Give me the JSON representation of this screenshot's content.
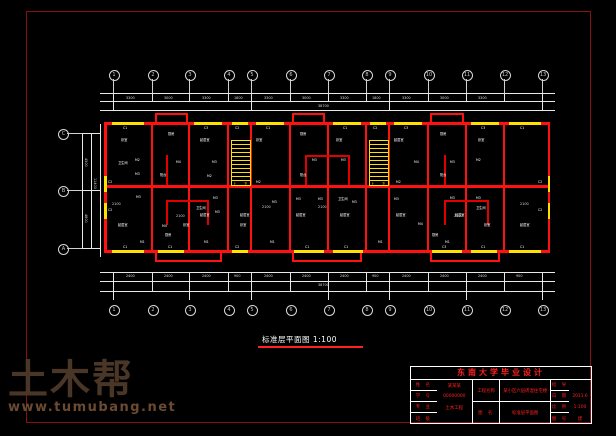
{
  "app": {
    "kind": "cad-drawing-raster",
    "background": "#000000",
    "frame_color": "#8a1010"
  },
  "watermark": {
    "logo_text": "土木帮",
    "url_text": "www.tumubang.net",
    "logo_color": "#4a3626",
    "url_color": "#6b4a31"
  },
  "drawing": {
    "title": "标准层平面图 1:100",
    "scale": "1:100",
    "colors": {
      "wall": "#ff1111",
      "window": "#ffe000",
      "stair": "#ffe000",
      "annotation": "#ffffff",
      "grid": "#cfcfcf"
    }
  },
  "grid": {
    "horizontal_labels": [
      "1",
      "2",
      "3",
      "4",
      "5",
      "6",
      "7",
      "8",
      "9",
      "10",
      "11",
      "12",
      "13"
    ],
    "vertical_labels": [
      "A",
      "B",
      "C"
    ],
    "horizontal_positions": [
      113,
      152,
      189,
      228,
      251,
      290,
      328,
      366,
      389,
      428,
      466,
      504,
      542
    ],
    "vertical_positions": [
      248,
      190,
      133
    ]
  },
  "dimensions": {
    "top_strings": [
      "3300",
      "3000",
      "3300",
      "1800",
      "3300",
      "3000",
      "3300",
      "1800",
      "3300",
      "3000",
      "3300"
    ],
    "bottom_strings": [
      "2400",
      "900",
      "2400",
      "2400",
      "900",
      "1500",
      "900",
      "2400",
      "900",
      "2400",
      "2400",
      "900"
    ],
    "overall": "38700",
    "vertical_strings": [
      "4500",
      "2100",
      "4800"
    ],
    "side_note": "11400"
  },
  "room_labels": {
    "bedroom": "卧室",
    "living": "起居室",
    "kitchen": "厨房",
    "bathroom": "卫生间",
    "balcony": "阳台",
    "stair_up": "上",
    "stair_down": "下"
  },
  "window_tags": [
    "C1",
    "C2",
    "C3"
  ],
  "door_tags": [
    "M1",
    "M2",
    "M3",
    "M4"
  ],
  "inline_dims": [
    "2100",
    "2100",
    "2100",
    "2100"
  ],
  "title_block": {
    "header": "东南大学毕业设计",
    "rows_left": [
      {
        "key": "姓 名",
        "value": "某某某"
      },
      {
        "key": "学 号",
        "value": "00000000"
      },
      {
        "key": "专 业",
        "value": "土木工程"
      },
      {
        "key": "班 级",
        "value": ""
      }
    ],
    "rows_mid": [
      {
        "key": "工程名称",
        "value": "某小区六层砖混住宅楼"
      },
      {
        "key": "图 名",
        "value": "标准层平面图"
      }
    ],
    "rows_right": [
      {
        "key": "指 导",
        "value": ""
      },
      {
        "key": "日 期",
        "value": "2011.6"
      },
      {
        "key": "比 例",
        "value": "1:100"
      },
      {
        "key": "图 号",
        "value": "建"
      }
    ],
    "text_color": "#ff2020"
  }
}
